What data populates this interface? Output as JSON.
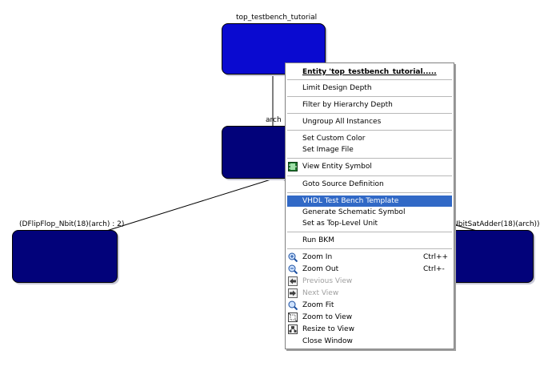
{
  "diagram": {
    "nodes": {
      "top": {
        "label": "top_testbench_tutorial",
        "color": "#0a0ad0"
      },
      "arch": {
        "label": "arch",
        "color": "#02027a"
      },
      "left": {
        "label": "(DFlipFlop_Nbit(18)(arch) : 2)",
        "color": "#02027a"
      },
      "right": {
        "label": "NbitSatAdder(18)(arch))",
        "color": "#02027a"
      }
    }
  },
  "context_menu": {
    "title": "Entity 'top_testbench_tutorial.....",
    "items": {
      "limit_depth": "Limit Design Depth",
      "filter_depth": "Filter by Hierarchy Depth",
      "ungroup": "Ungroup All Instances",
      "custom_color": "Set Custom Color",
      "image_file": "Set Image File",
      "view_symbol": "View Entity Symbol",
      "goto_source": "Goto Source Definition",
      "vhdl_tb": "VHDL Test Bench Template",
      "gen_symbol": "Generate Schematic Symbol",
      "top_level": "Set as Top-Level Unit",
      "run_bkm": "Run BKM",
      "zoom_in": "Zoom In",
      "zoom_in_sc": "Ctrl++",
      "zoom_out": "Zoom Out",
      "zoom_out_sc": "Ctrl+-",
      "prev_view": "Previous View",
      "next_view": "Next View",
      "zoom_fit": "Zoom Fit",
      "zoom_view": "Zoom to View",
      "resize_view": "Resize to View",
      "close_window": "Close Window"
    },
    "highlight_color": "#3169c6"
  }
}
